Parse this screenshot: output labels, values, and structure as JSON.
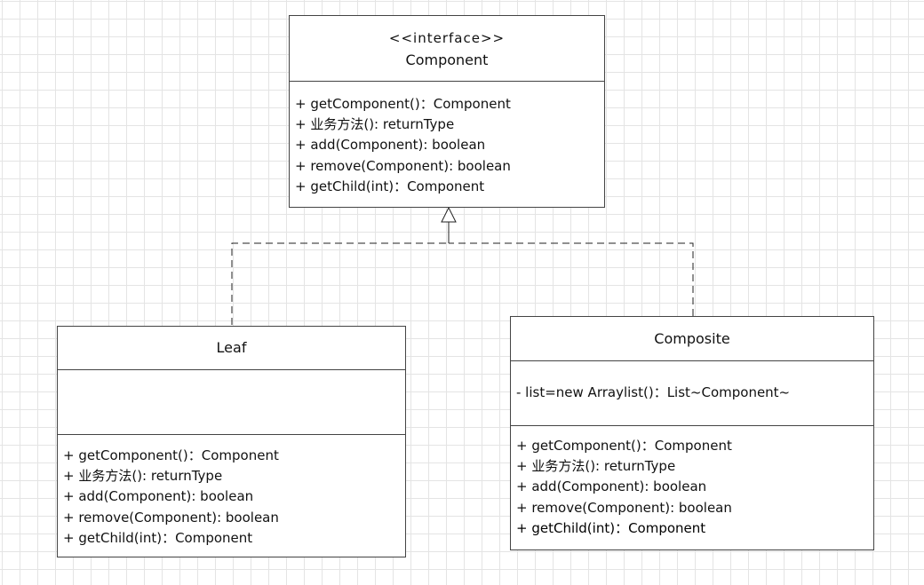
{
  "interface_box": {
    "stereotype": "<<interface>>",
    "name": "Component",
    "operations": [
      "+ getComponent()：Component",
      "+ 业务方法(): returnType",
      "+ add(Component): boolean",
      "+ remove(Component): boolean",
      "+ getChild(int)：Component"
    ]
  },
  "leaf_box": {
    "name": "Leaf",
    "attributes": [],
    "operations": [
      "+ getComponent()：Component",
      "+ 业务方法(): returnType",
      "+ add(Component): boolean",
      "+ remove(Component): boolean",
      "+ getChild(int)：Component"
    ]
  },
  "composite_box": {
    "name": "Composite",
    "attributes": [
      "- list=new Arraylist()：List~Component~"
    ],
    "operations": [
      "+ getComponent()：Component",
      "+ 业务方法(): returnType",
      "+ add(Component): boolean",
      "+ remove(Component): boolean",
      "+ getChild(int)：Component"
    ]
  }
}
